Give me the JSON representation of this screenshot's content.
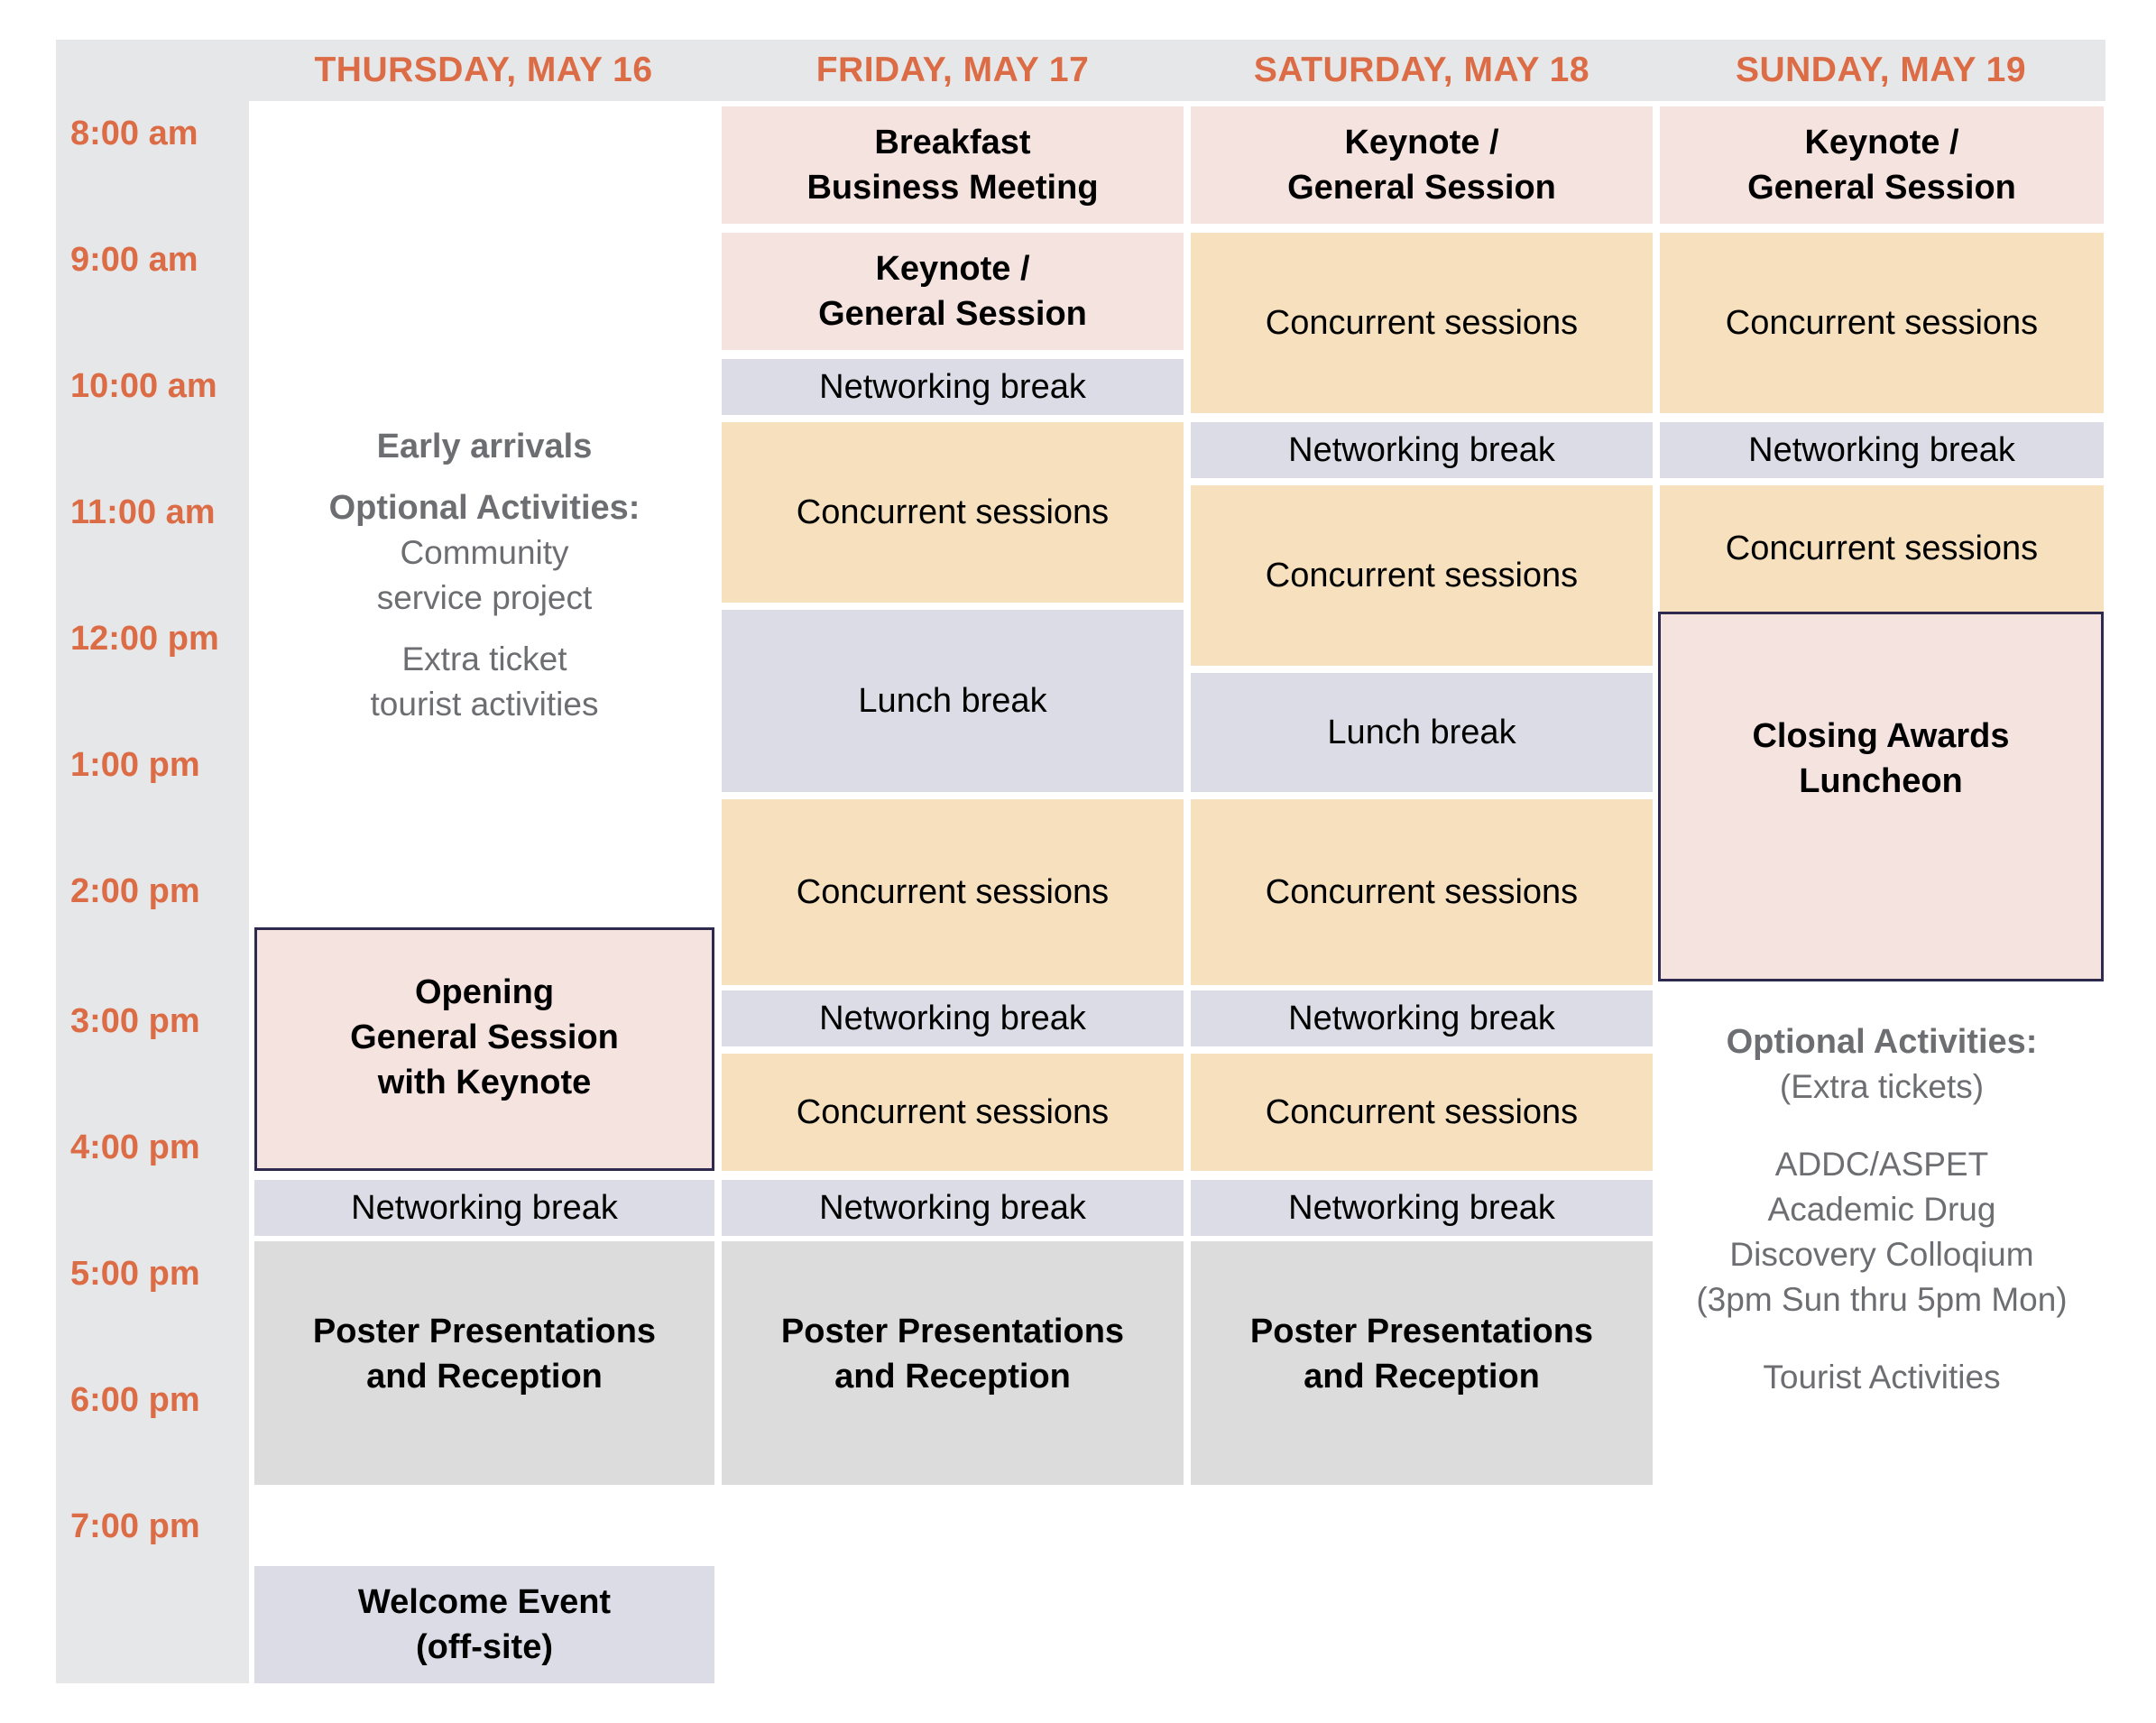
{
  "days": [
    "THURSDAY, MAY 16",
    "FRIDAY, MAY 17",
    "SATURDAY, MAY 18",
    "SUNDAY, MAY 19"
  ],
  "times": [
    "8:00 am",
    "9:00 am",
    "10:00 am",
    "11:00 am",
    "12:00 pm",
    "1:00 pm",
    "2:00 pm",
    "3:00 pm",
    "4:00 pm",
    "5:00 pm",
    "6:00 pm",
    "7:00 pm"
  ],
  "thursday": {
    "early_arrivals": "Early arrivals",
    "optional_activities": "Optional Activities:",
    "community_service": "Community\nservice project",
    "extra_ticket": "Extra ticket\ntourist activities",
    "opening_session": "Opening\nGeneral Session\nwith Keynote",
    "networking_break": "Networking break",
    "poster": "Poster Presentations\nand Reception",
    "welcome": "Welcome Event\n(off-site)"
  },
  "friday": {
    "breakfast": "Breakfast\nBusiness Meeting",
    "keynote": "Keynote /\nGeneral Session",
    "networking_1": "Networking break",
    "concurrent_1": "Concurrent sessions",
    "lunch": "Lunch break",
    "concurrent_2": "Concurrent sessions",
    "networking_2": "Networking break",
    "concurrent_3": "Concurrent sessions",
    "networking_3": "Networking break",
    "poster": "Poster Presentations\nand Reception"
  },
  "saturday": {
    "keynote": "Keynote /\nGeneral Session",
    "concurrent_1": "Concurrent sessions",
    "networking_1": "Networking break",
    "concurrent_2": "Concurrent sessions",
    "lunch": "Lunch break",
    "concurrent_3": "Concurrent sessions",
    "networking_2": "Networking break",
    "concurrent_4": "Concurrent sessions",
    "networking_3": "Networking break",
    "poster": "Poster Presentations\nand Reception"
  },
  "sunday": {
    "keynote": "Keynote /\nGeneral Session",
    "concurrent_1": "Concurrent sessions",
    "networking_1": "Networking break",
    "concurrent_2": "Concurrent sessions",
    "closing": "Closing Awards\nLuncheon",
    "optional_activities": "Optional Activities:",
    "extra_tickets": "(Extra tickets)",
    "colloquium": "ADDC/ASPET\nAcademic Drug\nDiscovery Colloqium\n(3pm Sun thru 5pm Mon)",
    "tourist": "Tourist Activities"
  },
  "colors": {
    "header_text": "#db6c45",
    "keynote_fill": "#f5e3df",
    "concurrent_fill": "#f6e0bd",
    "break_fill": "#dcdce6",
    "poster_fill": "#dcdcdc",
    "frame_gray": "#e6e7e8",
    "outline": "#2e2a4d"
  }
}
